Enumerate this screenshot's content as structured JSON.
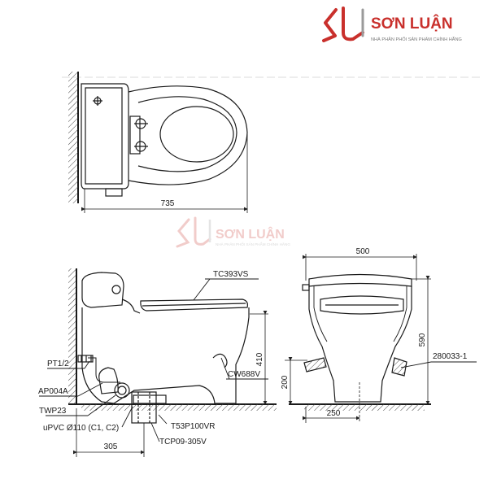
{
  "brand": {
    "name": "SƠN LUẬN",
    "tagline": "NHÀ PHÂN PHỐI SẢN PHẨM CHÍNH HÃNG",
    "logo_text": "SL",
    "colors": {
      "red": "#c9302c",
      "gray": "#7a7a7a",
      "watermark": "#e7a3a0"
    }
  },
  "top_view": {
    "length_dim": "735"
  },
  "side_view": {
    "labels": {
      "seat": "TC393VS",
      "bowl": "CW688V",
      "pt": "PT1/2",
      "ap": "AP004A",
      "twp": "TWP23",
      "upvc": "uPVC Ø110 (C1, C2)",
      "t53": "T53P100VR",
      "tcp": "TCP09-305V"
    },
    "dims": {
      "height": "410",
      "rough_in": "305"
    }
  },
  "front_view": {
    "labels": {
      "bolt": "280033-1"
    },
    "dims": {
      "width": "500",
      "height": "590",
      "outlet_height": "200",
      "base_width": "250"
    }
  }
}
